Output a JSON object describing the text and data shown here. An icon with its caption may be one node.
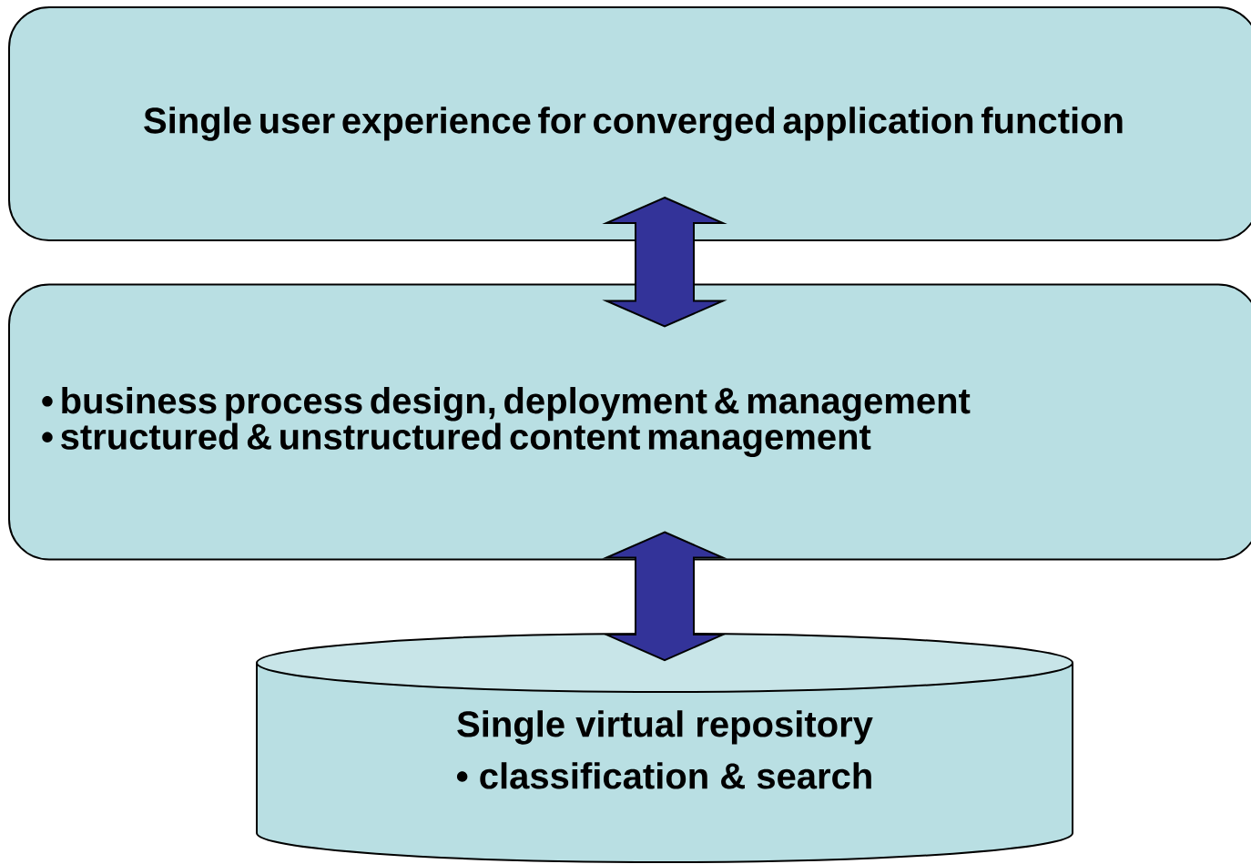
{
  "diagram": {
    "nodes": [
      {
        "text": [
          "Single user experience for converged application function"
        ]
      },
      {
        "text": [
          "• business process design, deployment & management",
          "• structured & unstructured content management"
        ]
      },
      {
        "text": [
          "Single virtual repository",
          "• classification & search"
        ]
      }
    ],
    "edges": [
      {
        "from": 0,
        "to": 1,
        "arrow": "both",
        "color": "#333399"
      },
      {
        "from": 1,
        "to": 2,
        "arrow": "both",
        "color": "#333399"
      }
    ]
  }
}
